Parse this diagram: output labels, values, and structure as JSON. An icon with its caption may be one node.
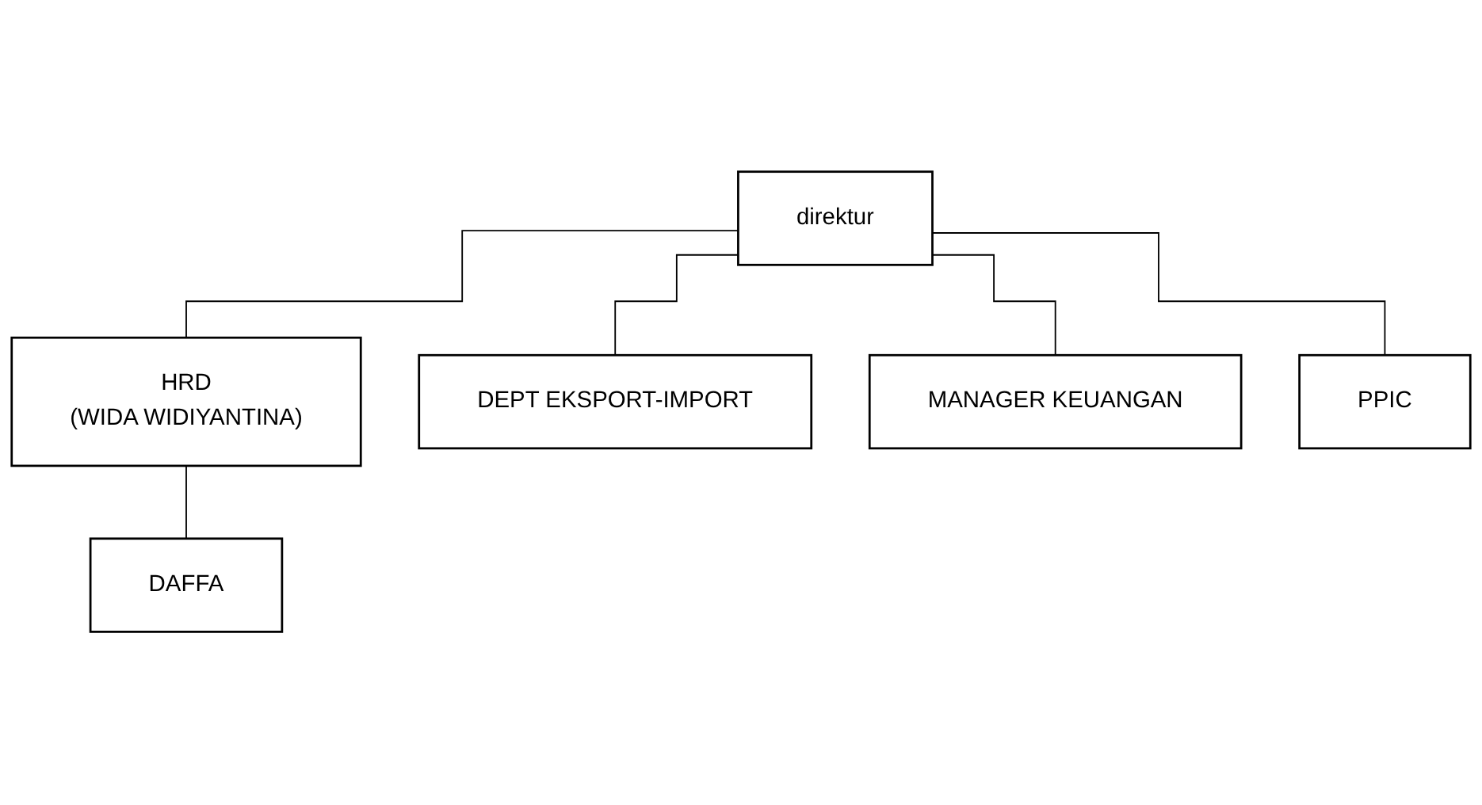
{
  "diagram": {
    "nodes": [
      {
        "text": [
          "direktur"
        ]
      },
      {
        "text": [
          "HRD",
          "(WIDA WIDIYANTINA)"
        ]
      },
      {
        "text": [
          "DEPT EKSPORT-IMPORT"
        ]
      },
      {
        "text": [
          "MANAGER KEUANGAN"
        ]
      },
      {
        "text": [
          "PPIC"
        ]
      },
      {
        "text": [
          "DAFFA"
        ]
      }
    ],
    "edges": [
      {
        "from": 0,
        "to": 1,
        "arrow": "none"
      },
      {
        "from": 0,
        "to": 2,
        "arrow": "none"
      },
      {
        "from": 0,
        "to": 3,
        "arrow": "none"
      },
      {
        "from": 0,
        "to": 4,
        "arrow": "none"
      },
      {
        "from": 1,
        "to": 5,
        "arrow": "none"
      }
    ]
  }
}
